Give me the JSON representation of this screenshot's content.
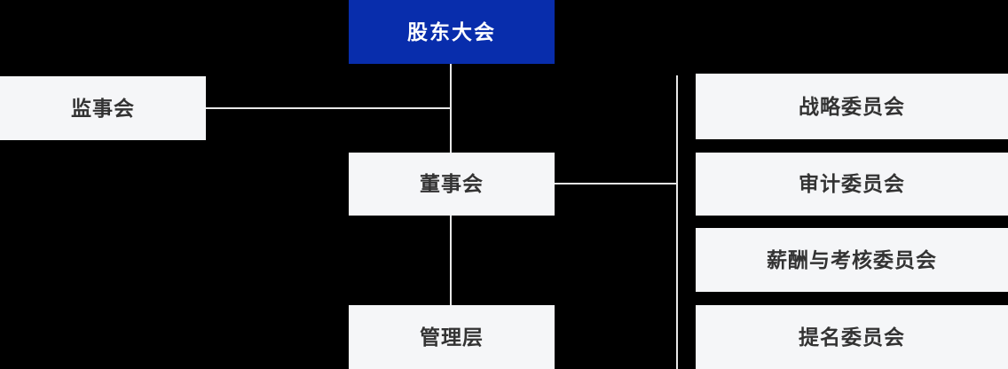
{
  "org_chart": {
    "nodes": {
      "shareholders_meeting": {
        "label": "股东大会"
      },
      "supervisory_board": {
        "label": "监事会"
      },
      "board_of_directors": {
        "label": "董事会"
      },
      "management": {
        "label": "管理层"
      },
      "committees": [
        {
          "label": "战略委员会"
        },
        {
          "label": "审计委员会"
        },
        {
          "label": "薪酬与考核委员会"
        },
        {
          "label": "提名委员会"
        }
      ]
    },
    "edges": [
      {
        "from": "股东大会",
        "to": "董事会"
      },
      {
        "from": "股东大会",
        "to": "监事会"
      },
      {
        "from": "董事会",
        "to": "管理层"
      },
      {
        "from": "董事会",
        "to": "战略委员会"
      },
      {
        "from": "董事会",
        "to": "审计委员会"
      },
      {
        "from": "董事会",
        "to": "薪酬与考核委员会"
      },
      {
        "from": "董事会",
        "to": "提名委员会"
      }
    ],
    "colors": {
      "background": "#000000",
      "primary_node_bg": "#082dac",
      "primary_node_text": "#ffffff",
      "node_bg": "#f5f6f8",
      "node_text": "#333333",
      "connector": "#e8e8e8"
    }
  }
}
